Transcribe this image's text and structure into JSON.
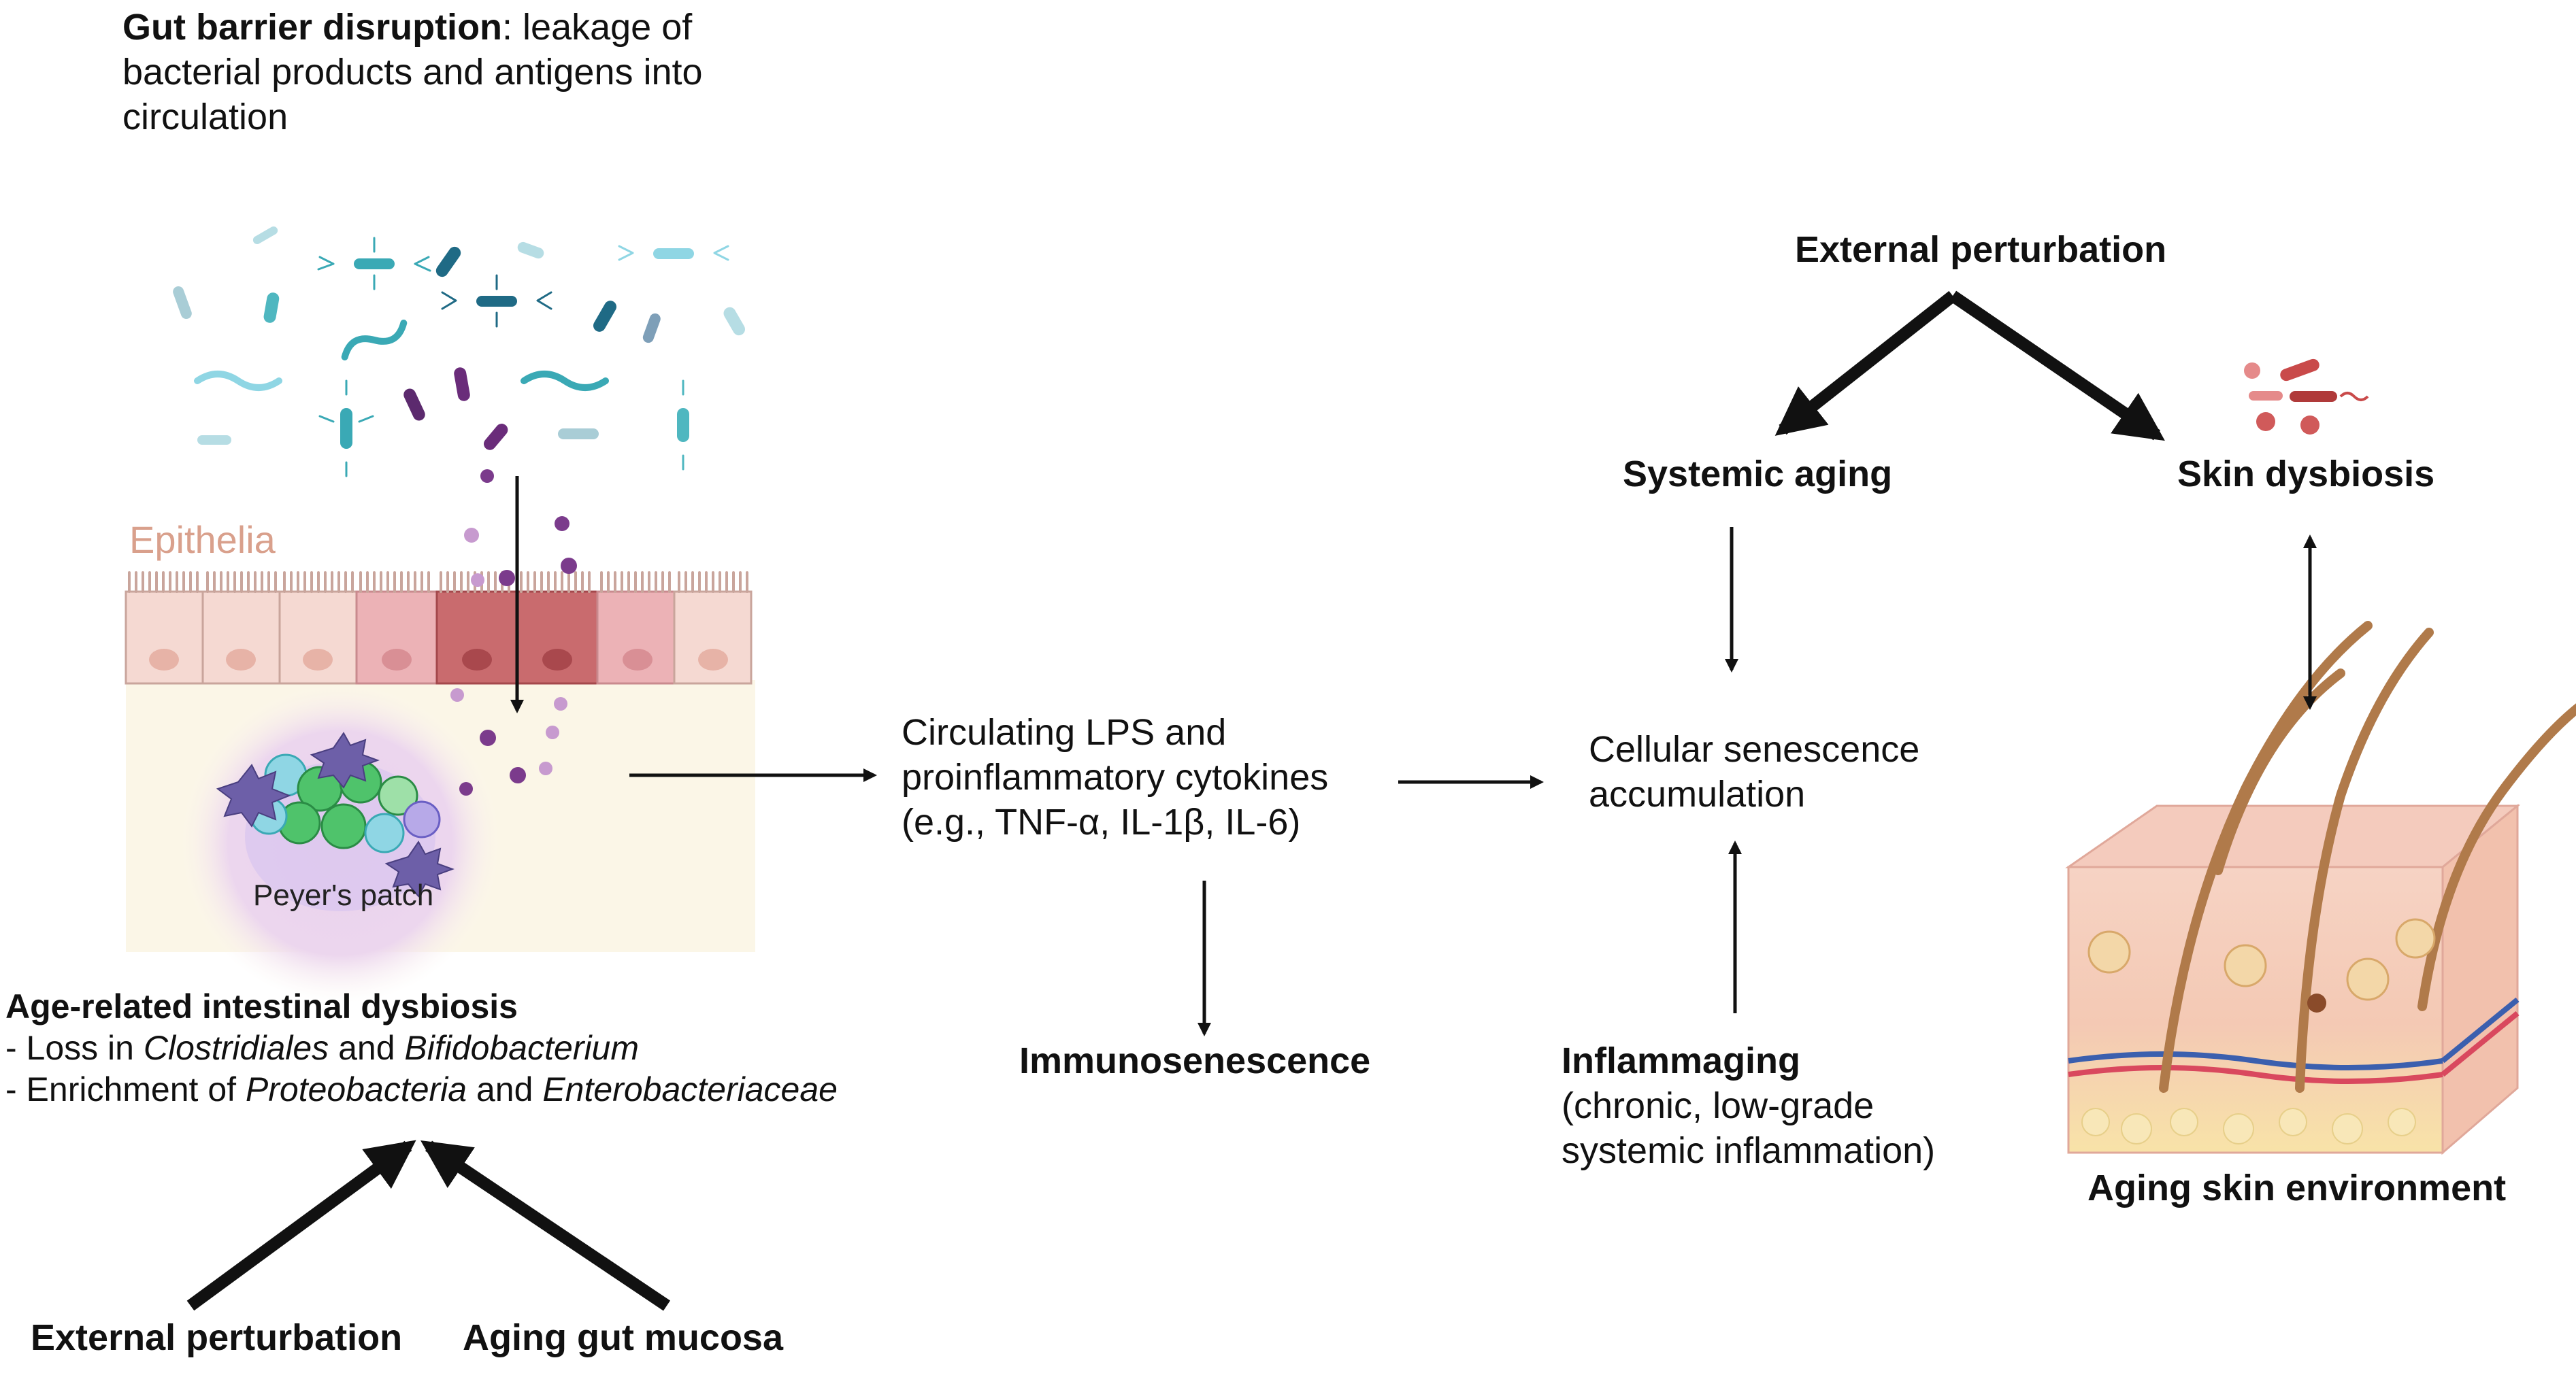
{
  "gut_barrier": {
    "title": "Gut barrier disruption",
    "text_line1": ": leakage of",
    "text_line2": "bacterial products and antigens into",
    "text_line3": "circulation"
  },
  "epithelia_label": "Epithelia",
  "peyers_patch_label": "Peyer's patch",
  "dysbiosis": {
    "title": "Age-related intestinal dysbiosis",
    "line1_prefix": "- Loss in ",
    "line1_taxon1": "Clostridiales",
    "line1_mid": " and ",
    "line1_taxon2": "Bifidobacterium",
    "line2_prefix": "- Enrichment of ",
    "line2_taxon1": "Proteobacteria",
    "line2_mid": " and ",
    "line2_taxon2": "Enterobacteriaceae"
  },
  "bottom_left": {
    "external_perturbation": "External perturbation",
    "aging_gut_mucosa": "Aging gut mucosa"
  },
  "circulating": {
    "line1": "Circulating LPS and",
    "line2": "proinflammatory cytokines",
    "line3": "(e.g., TNF-α, IL-1β, IL-6)"
  },
  "immunosenescence": "Immunosenescence",
  "cellular_senescence": {
    "line1": "Cellular senescence",
    "line2": "accumulation"
  },
  "inflammaging": {
    "title": "Inflammaging",
    "line1": "(chronic, low-grade",
    "line2": "systemic inflammation)"
  },
  "top_right": {
    "external_perturbation": "External perturbation",
    "systemic_aging": "Systemic aging",
    "skin_dysbiosis": "Skin dysbiosis"
  },
  "aging_skin": "Aging skin environment",
  "colors": {
    "arrow": "#111111",
    "epithelia_text": "#d9a08c",
    "bacteria_teal": "#3aa9b5",
    "bacteria_purple": "#6a2c7a",
    "cell_pink": "#f1c7c0",
    "cell_dark": "#c96b6b",
    "skin": "#f3c9b5"
  }
}
